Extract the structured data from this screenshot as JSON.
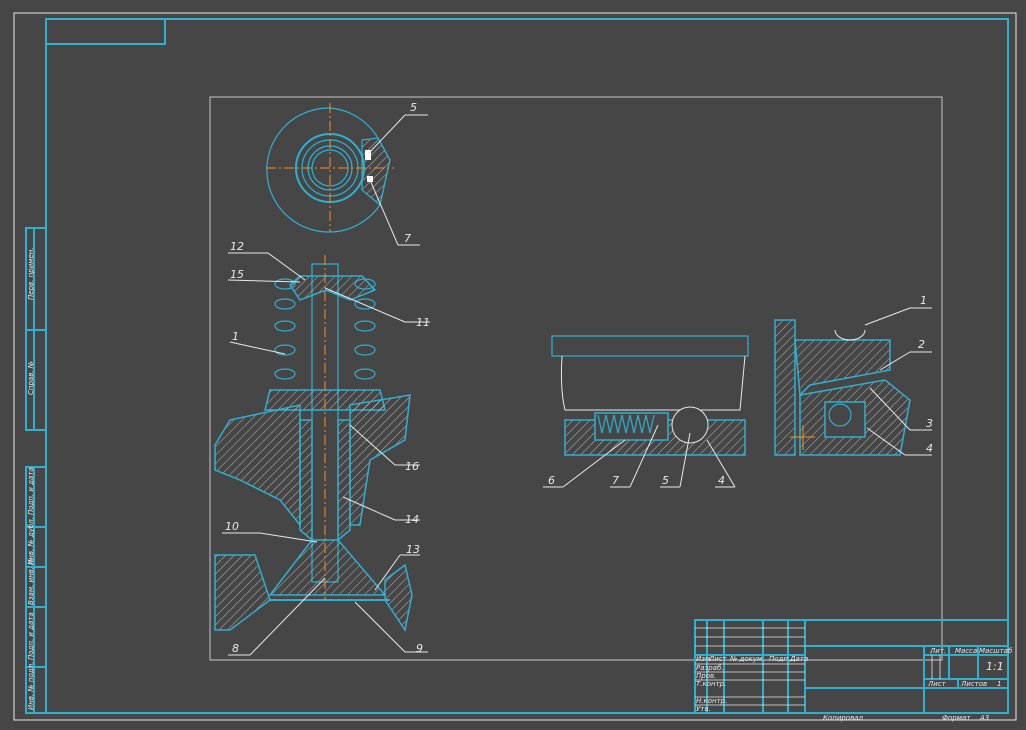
{
  "drawing": {
    "left_stamps": [
      "Перв. примен.",
      "Справ. №",
      "Подп. и дата",
      "Инв. № дубл.",
      "Взам. инв. №",
      "Подп. и дата",
      "Инв. № подл."
    ],
    "callouts": {
      "top_view": [
        "5",
        "7"
      ],
      "section": [
        "12",
        "15",
        "11",
        "1",
        "16",
        "14",
        "10",
        "13",
        "8",
        "9"
      ],
      "detail_a": [
        "6",
        "7",
        "5",
        "4"
      ],
      "detail_b": [
        "1",
        "2",
        "3",
        "4"
      ]
    },
    "title_block": {
      "headers": [
        "Изм.",
        "Лист",
        "№ докум.",
        "Подп.",
        "Дата"
      ],
      "roles": [
        "Разраб.",
        "Пров.",
        "Т.контр.",
        "",
        "Н.контр.",
        "Утв."
      ],
      "lit": "Лит.",
      "mass": "Масса",
      "scale": "Масштаб",
      "scale_value": "1:1",
      "sheet": "Лист",
      "sheets": "Листов",
      "sheets_value": "1",
      "copied": "Копировал",
      "format": "Формат",
      "format_value": "A3"
    }
  },
  "colors": {
    "background": "#464646",
    "frame": "#2fb0d0",
    "axis": "#ff8c1a",
    "line": "#e8e8e8"
  }
}
